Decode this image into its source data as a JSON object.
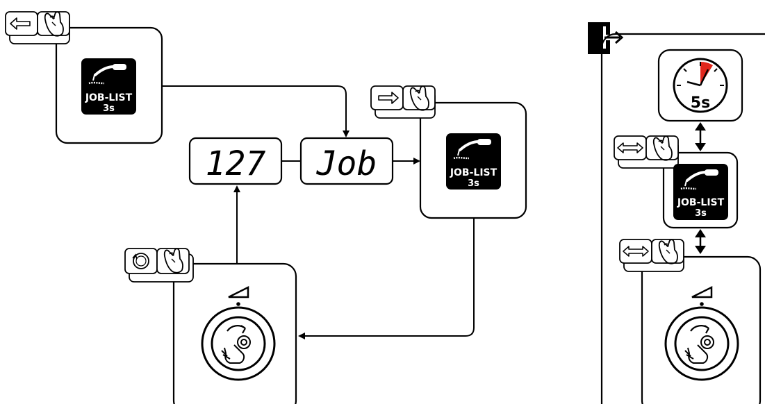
{
  "panels": {
    "joblist_label": "JOB-LIST",
    "joblist_hold": "3s"
  },
  "displays": {
    "left_value": "127",
    "right_value": "Job"
  },
  "timer": {
    "label": "5s"
  },
  "icons": {
    "back": "arrow-left-icon",
    "forward": "arrow-right-icon",
    "toggle": "double-arrow-icon",
    "rotate": "rotate-icon",
    "hand": "hand-press-icon",
    "torch": "welding-torch-icon",
    "knob": "rotary-knob-icon",
    "ramp": "ramp-icon",
    "exit": "exit-door-icon",
    "timer": "stopwatch-icon"
  },
  "colors": {
    "line": "#000000",
    "timer_sector": "#e1261c",
    "background": "#ffffff"
  }
}
